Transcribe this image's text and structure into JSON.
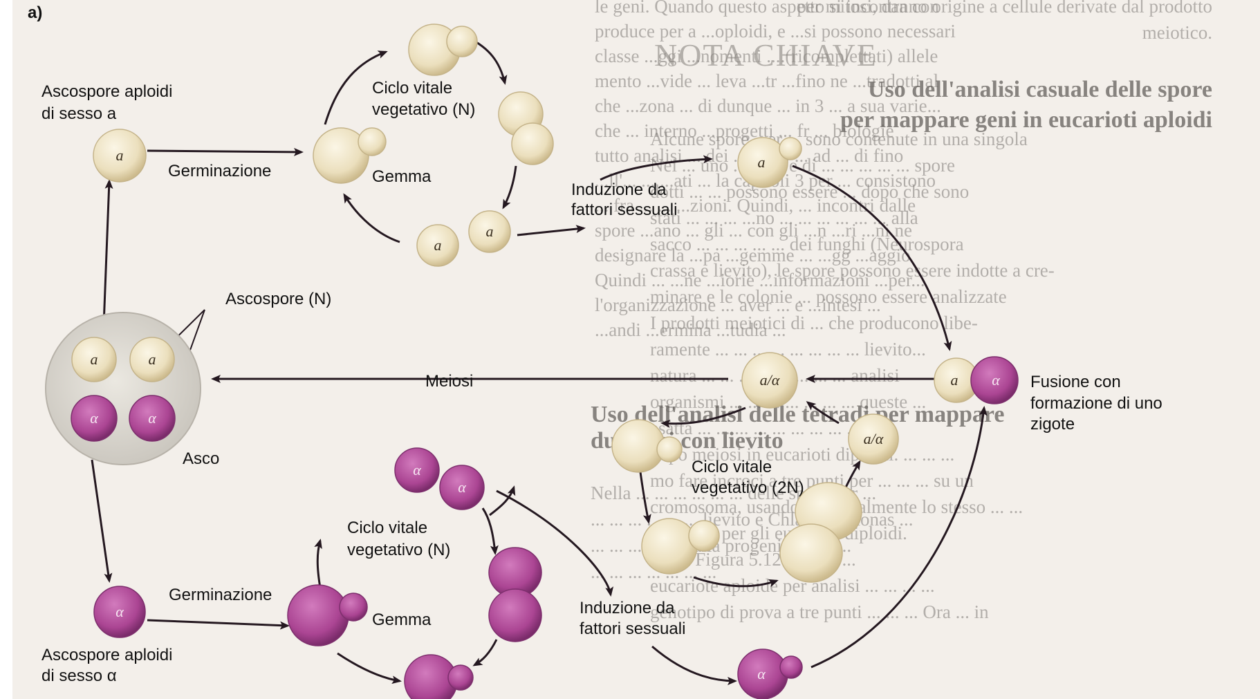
{
  "figure": {
    "panel_label": "a)",
    "colors": {
      "page": "#f3efea",
      "cell_a": "#efe4c6",
      "cell_a_stroke": "#c9b98f",
      "cell_alpha": "#b24d9a",
      "cell_alpha_stroke": "#7d2f6d",
      "arrow": "#241820",
      "ascus": "#d9d6cf"
    }
  },
  "background_text": {
    "top_lines": [
      "le geni. Quando questo aspetto si incontra con",
      "produce per a ...oploidi, e ...si possono necessari",
      "classe ...ggi ...nomenti ....(ricomplettati) allele",
      "mento ...vide ... leva ...tr ...fino ne ...tradotti al",
      "che ...zona ... di dunque ... in 3 ... a sua varie...",
      "che ... interno ...progetti ... fr ... biologie",
      "tutto analisi ... dei ...luogo ... ad ... di fino",
      "...ll'... ... ...ati ... la capitoli 3 per ... consistono",
      "... fra ... ... ...zioni. Quindi, ... incontri dalle",
      "spore ...ano ... gli ... con gli ...n ...ri ...ni ne",
      "designare la ...pa ...gemme ... ...gg ...aggio",
      "Quindi ... ...ne ...iorie ...informazioni ...per...",
      "l'organizzazione ... aver ... e ...intesi ...",
      "...andi ...ermina ...tudia ..."
    ],
    "right_top": [
      "per mitosi, danno origine a cellule derivate dal prodotto",
      "meiotico."
    ],
    "key_note": "NOTA CHIAVE",
    "heading_1": "Uso dell'analisi casuale delle spore",
    "heading_2": "per mappare geni in eucarioti aploidi",
    "right_lines": [
      "Alcune spore ...er ... sono contenute in una singola",
      "Nei ... uno ... ... ... e di ... ... ... ... ... spore",
      "dotti ... ... possono essere ... dopo che sono",
      "stati ... ... ... ...no ... ... ... ... ... ... alla",
      "sacco ... ... ... ... ... dei funghi (Neurospora",
      "crassa e lievito), le spore possono essere indotte a cre-",
      "minare e le colonie ... possono essere analizzate",
      "I prodotti meiotici di ... che producono libe-",
      "ramente ... ... ... ... ... ... ... ... lievito...",
      "natura ... ... ... ... ... ... ... ... analisi",
      "organismi ... ... ... ... ... ... ... queste ...",
      "esatta ... ... ... ... ... ... ... ... ...",
      "dopo meiosi in eucarioti diploidi. ... ... ...",
      "mo fare incroci a tre punti per ... ... ... su un",
      "cromosoma, usando essenzialmente lo stesso ... ...",
      "cio usato per gli eucarioti diploidi.",
      "Nella Figura 5.12 ... ... ... ...",
      "eucariote aploide per analisi ... ... ... ...",
      "genotipo di prova a tre punti ... ... ... Ora ... in"
    ],
    "mid_heading_1": "Uso dell'analisi delle tetradi per mappare",
    "mid_heading_2": "due geni con lievito",
    "mid_lines": [
      "Nella ... ... ... ... ... ... delle spore per ...",
      "... ... ... ... ... ... lievito e Chlamydomonas ...",
      "... ... ... ... ... dalla progenie di un ...",
      "... ... ... ... ... ... ..."
    ]
  },
  "labels": {
    "ascospore_a_line1": "Ascospore aploidi",
    "ascospore_a_line2": "di sesso a",
    "germinazione_top": "Germinazione",
    "ciclo_vitale_n_top_1": "Ciclo vitale",
    "ciclo_vitale_n_top_2": "vegetativo (N)",
    "gemma_top": "Gemma",
    "induzione_top_1": "Induzione da",
    "induzione_top_2": "fattori sessuali",
    "ascospore_n": "Ascospore (N)",
    "meiosi": "Meiosi",
    "asco": "Asco",
    "fusione_1": "Fusione con",
    "fusione_2": "formazione di uno",
    "fusione_3": "zigote",
    "ciclo_vitale_2n_1": "Ciclo vitale",
    "ciclo_vitale_2n_2": "vegetativo (2N)",
    "ciclo_vitale_n_bottom_1": "Ciclo vitale",
    "ciclo_vitale_n_bottom_2": "vegetativo (N)",
    "germinazione_bottom": "Germinazione",
    "gemma_bottom": "Gemma",
    "induzione_bottom_1": "Induzione da",
    "induzione_bottom_2": "fattori sessuali",
    "ascospore_alpha_line1": "Ascospore aploidi",
    "ascospore_alpha_line2": "di sesso α"
  },
  "cell_letters": {
    "a": "a",
    "alpha": "α",
    "diploid": "a/α"
  }
}
